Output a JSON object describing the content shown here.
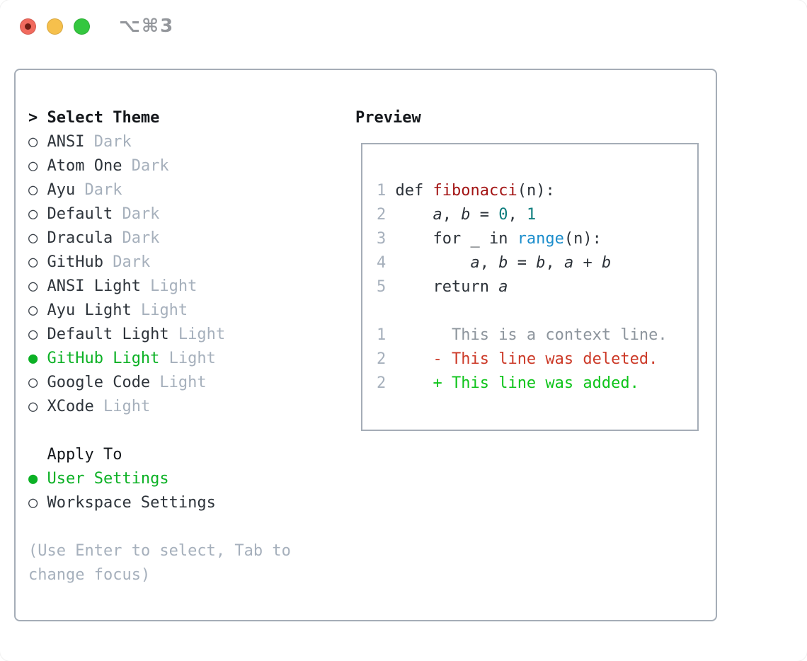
{
  "titlebar": {
    "title": "⌥⌘3",
    "buttons": [
      {
        "id": "close",
        "label": "close-button"
      },
      {
        "id": "minimize",
        "label": "minimize-button"
      },
      {
        "id": "zoom",
        "label": "zoom-button"
      }
    ]
  },
  "icons": {
    "radio_selected": "●",
    "radio_unselected": "○"
  },
  "theme_picker": {
    "prompt": ">",
    "title": "Select Theme",
    "items": [
      {
        "name": "ANSI",
        "variant": "Dark",
        "selected": false
      },
      {
        "name": "Atom One",
        "variant": "Dark",
        "selected": false
      },
      {
        "name": "Ayu",
        "variant": "Dark",
        "selected": false
      },
      {
        "name": "Default",
        "variant": "Dark",
        "selected": false
      },
      {
        "name": "Dracula",
        "variant": "Dark",
        "selected": false
      },
      {
        "name": "GitHub",
        "variant": "Dark",
        "selected": false
      },
      {
        "name": "ANSI Light",
        "variant": "Light",
        "selected": false
      },
      {
        "name": "Ayu Light",
        "variant": "Light",
        "selected": false
      },
      {
        "name": "Default Light",
        "variant": "Light",
        "selected": false
      },
      {
        "name": "GitHub Light",
        "variant": "Light",
        "selected": true
      },
      {
        "name": "Google Code",
        "variant": "Light",
        "selected": false
      },
      {
        "name": "XCode",
        "variant": "Light",
        "selected": false
      }
    ],
    "apply_to": {
      "label": "Apply To",
      "options": [
        {
          "label": "User Settings",
          "selected": true
        },
        {
          "label": "Workspace Settings",
          "selected": false
        }
      ]
    },
    "help_text": "(Use Enter to select, Tab to change focus)"
  },
  "preview": {
    "label": "Preview",
    "lines": [
      [
        [
          "ln",
          "1 "
        ],
        [
          "code",
          "def "
        ],
        [
          "fn",
          "fibonacci"
        ],
        [
          "code",
          "(n):"
        ]
      ],
      [
        [
          "ln",
          "2 "
        ],
        [
          "code",
          "    "
        ],
        [
          "var",
          "a"
        ],
        [
          "code",
          ", "
        ],
        [
          "var",
          "b"
        ],
        [
          "code",
          " = "
        ],
        [
          "num",
          "0"
        ],
        [
          "code",
          ", "
        ],
        [
          "num",
          "1"
        ]
      ],
      [
        [
          "ln",
          "3 "
        ],
        [
          "code",
          "    for _ in "
        ],
        [
          "call",
          "range"
        ],
        [
          "code",
          "(n):"
        ]
      ],
      [
        [
          "ln",
          "4 "
        ],
        [
          "code",
          "        "
        ],
        [
          "var",
          "a"
        ],
        [
          "code",
          ", "
        ],
        [
          "var",
          "b"
        ],
        [
          "code",
          " = "
        ],
        [
          "var",
          "b"
        ],
        [
          "code",
          ", "
        ],
        [
          "var",
          "a"
        ],
        [
          "code",
          " + "
        ],
        [
          "var",
          "b"
        ]
      ],
      [
        [
          "ln",
          "5 "
        ],
        [
          "code",
          "    return "
        ],
        [
          "var",
          "a"
        ]
      ],
      [],
      [
        [
          "ln",
          "1"
        ],
        [
          "ctx",
          "       This is a context line."
        ]
      ],
      [
        [
          "ln",
          "2"
        ],
        [
          "code",
          "     "
        ],
        [
          "del",
          "- This line was deleted."
        ]
      ],
      [
        [
          "ln",
          "2"
        ],
        [
          "code",
          "     "
        ],
        [
          "add",
          "+ This line was added."
        ]
      ]
    ]
  },
  "colors": {
    "selected_green": "#0cb125",
    "added_green": "#0ec41a",
    "deleted_red": "#cc3a28",
    "function_red": "#a31515",
    "number_teal": "#0d7d7d",
    "call_blue": "#1b8dcc",
    "muted_gray": "#a6b0bc",
    "context_gray": "#8d959d",
    "text_dark": "#2e343b",
    "heading_black": "#15181c",
    "border_gray": "#a5adb7",
    "traffic_red": "#f16a5e",
    "traffic_yellow": "#f6c04c",
    "traffic_green": "#34c73f",
    "title_gray": "#94979c"
  }
}
